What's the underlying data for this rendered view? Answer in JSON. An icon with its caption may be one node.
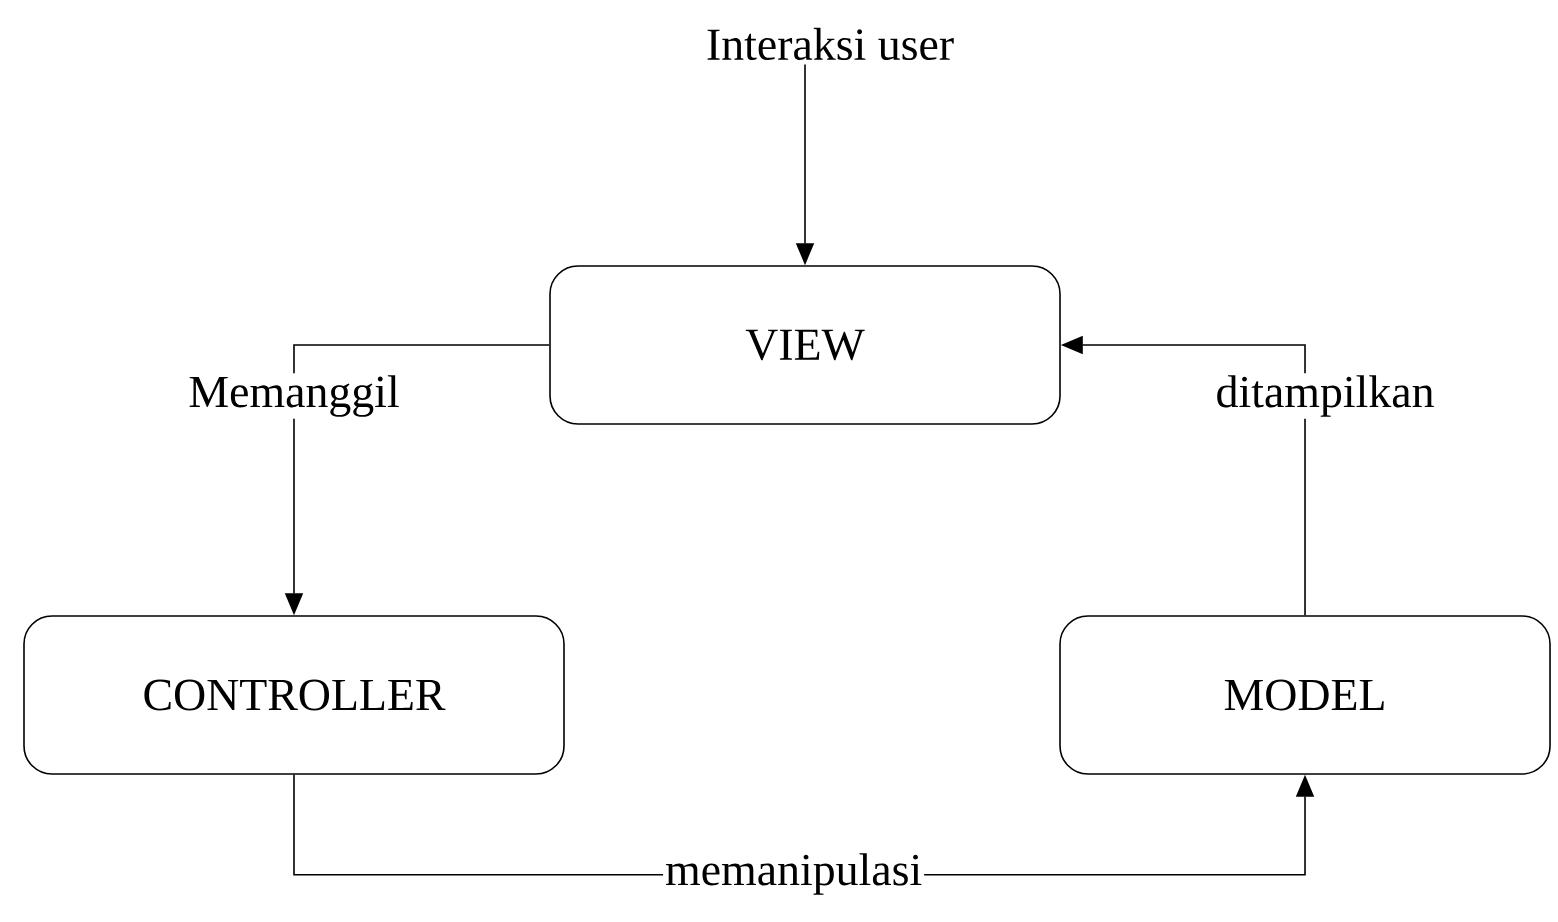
{
  "diagram": {
    "nodes": [
      {
        "text": [
          "Interaksi user"
        ]
      },
      {
        "text": [
          "VIEW"
        ]
      },
      {
        "text": [
          "CONTROLLER"
        ]
      },
      {
        "text": [
          "MODEL"
        ]
      }
    ],
    "edges": [
      {
        "from": 0,
        "to": 1,
        "arrow": "to"
      },
      {
        "from": 1,
        "to": 2,
        "arrow": "to",
        "label": "Memanggil"
      },
      {
        "from": 3,
        "to": 1,
        "arrow": "to",
        "label": "ditampilkan"
      },
      {
        "from": 2,
        "to": 3,
        "arrow": "to",
        "label": "memanipulasi"
      }
    ]
  }
}
